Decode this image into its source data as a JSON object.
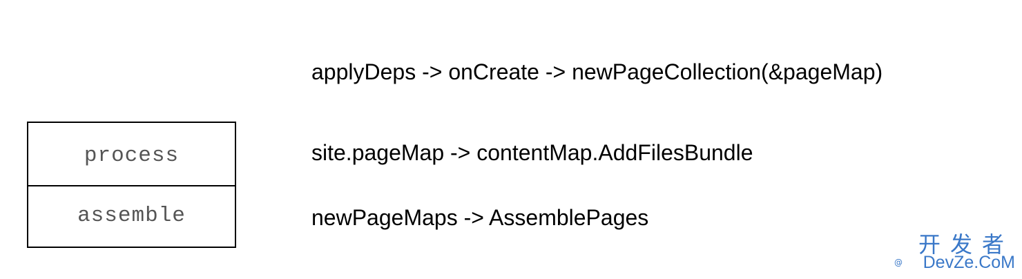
{
  "stack": {
    "top_label": "process",
    "bottom_label": "assemble"
  },
  "notes": [
    "applyDeps -> onCreate -> newPageCollection(&pageMap)",
    "site.pageMap -> contentMap.AddFilesBundle",
    "newPageMaps -> AssemblePages"
  ],
  "watermark": {
    "chinese": "开发者",
    "at": "@",
    "site": "DevZe.CoM",
    "color": "#3a78c8"
  }
}
